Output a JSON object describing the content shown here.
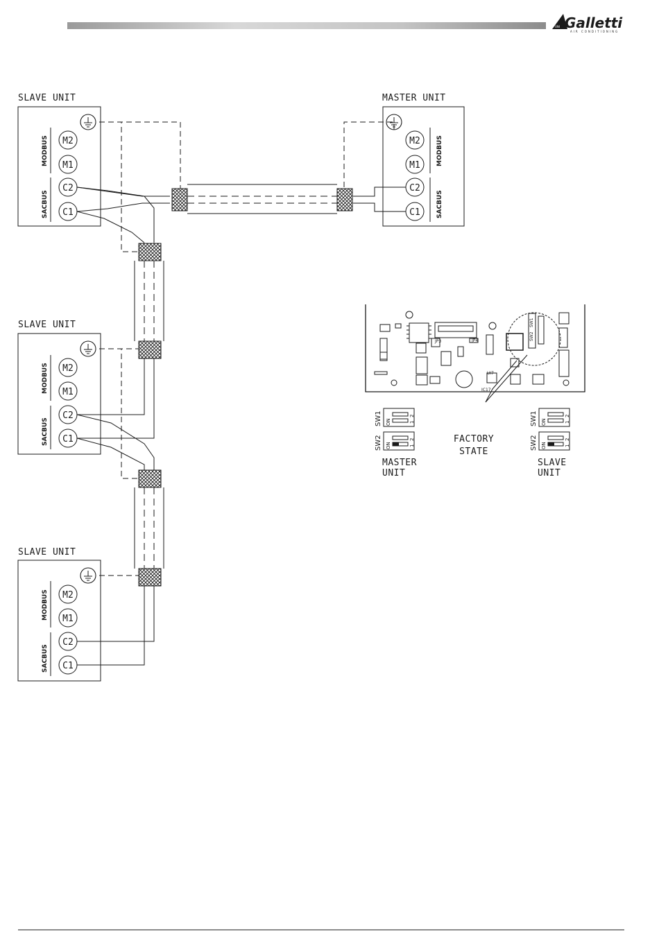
{
  "header": {
    "brand": "Galletti",
    "brand_tagline": "AIR CONDITIONING",
    "brand_badge": "UNI"
  },
  "units": {
    "slave_top": {
      "title": "SLAVE UNIT"
    },
    "master": {
      "title": "MASTER UNIT"
    },
    "slave_middle": {
      "title": "SLAVE UNIT"
    },
    "slave_bottom": {
      "title": "SLAVE UNIT"
    }
  },
  "terminals": {
    "m2": "M2",
    "m1": "M1",
    "c2": "C2",
    "c1": "C1"
  },
  "bus_labels": {
    "modbus": "MODBUS",
    "sacbus": "SACBUS"
  },
  "pcb": {
    "sw1": "SW1",
    "sw2": "SW2",
    "jp3": "JP3",
    "jp4": "JP4",
    "ic17": "IC17",
    "ui7": "UI7"
  },
  "dip": {
    "sw1": "SW1",
    "sw2": "SW2",
    "on": "ON",
    "pos1": "1",
    "pos2": "2",
    "factory_line1": "FACTORY",
    "factory_line2": "STATE",
    "master_line1": "MASTER",
    "master_line2": "UNIT",
    "slave_line1": "SLAVE",
    "slave_line2": "UNIT"
  }
}
